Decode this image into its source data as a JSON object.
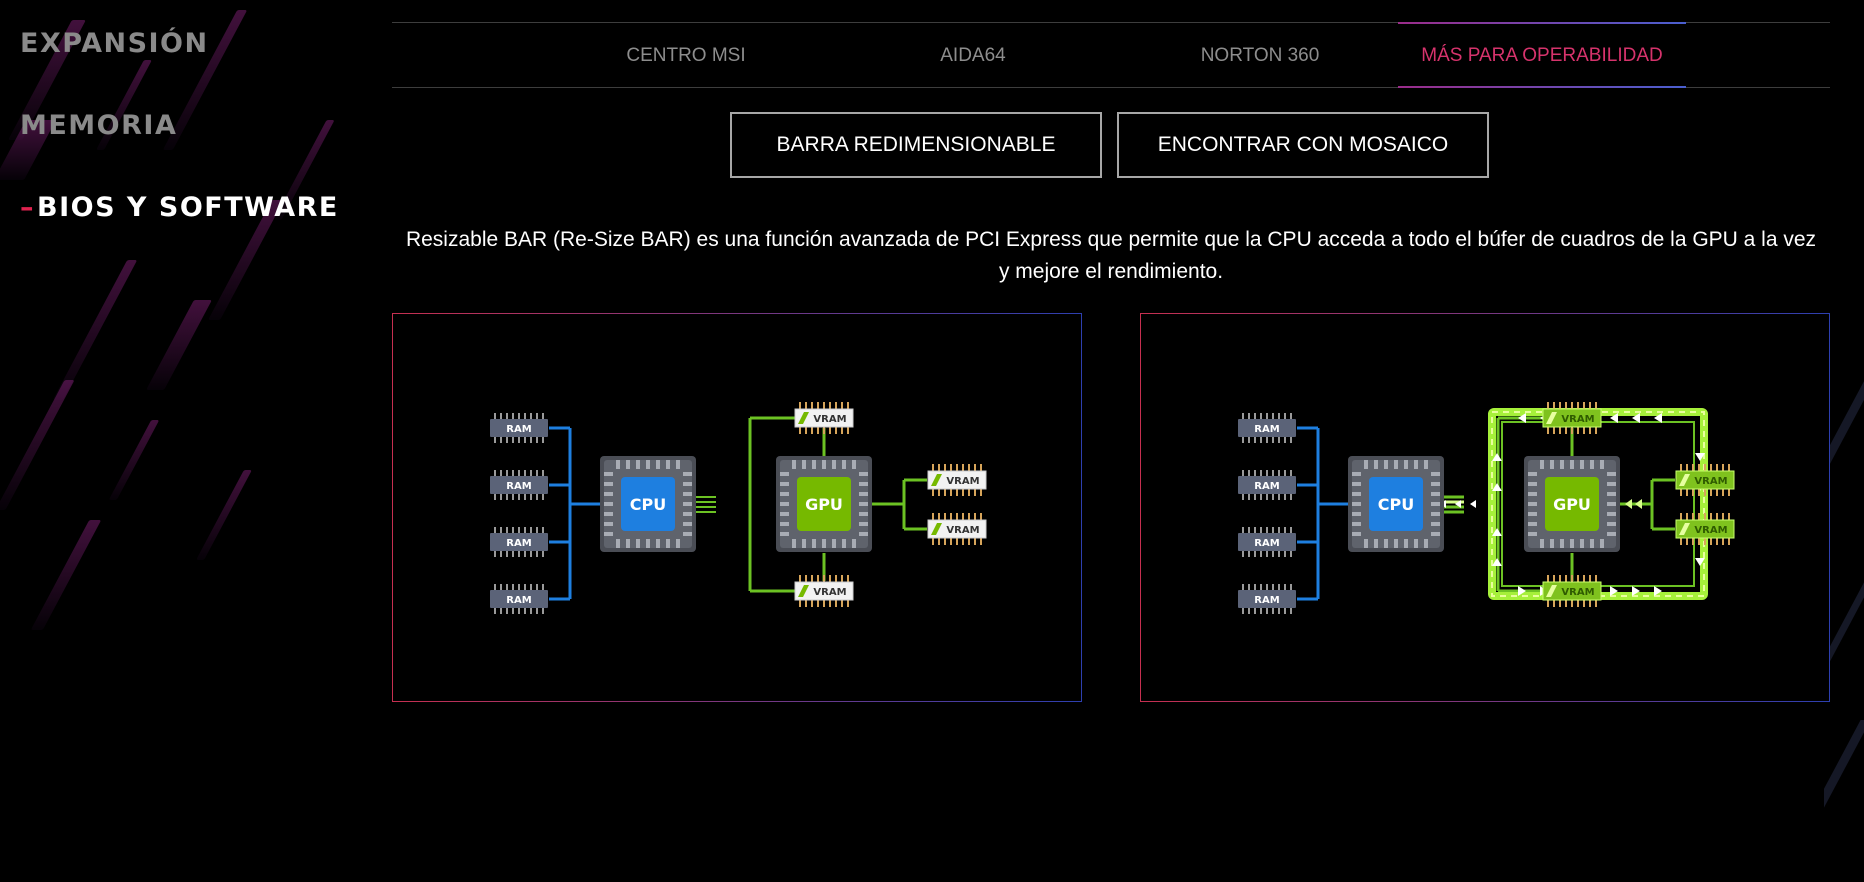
{
  "nav": {
    "items": [
      {
        "label": "EXPANSIÓN",
        "active": false
      },
      {
        "label": "MEMORIA",
        "active": false
      },
      {
        "label": "BIOS Y SOFTWARE",
        "active": true
      }
    ]
  },
  "tabs": [
    {
      "label": "CENTRO MSI",
      "active": false
    },
    {
      "label": "AIDA64",
      "active": false
    },
    {
      "label": "NORTON 360",
      "active": false
    },
    {
      "label": "MÁS PARA OPERABILIDAD",
      "active": true
    }
  ],
  "buttons": {
    "resizable_bar": "BARRA REDIMENSIONABLE",
    "find_mosaic": "ENCONTRAR CON MOSAICO"
  },
  "description": "Resizable BAR (Re-Size BAR) es una función avanzada de PCI Express que permite que la CPU acceda a todo el búfer de cuadros de la GPU a la vez y mejore el rendimiento.",
  "diagram": {
    "ram_label": "RAM",
    "vram_label": "VRAM",
    "cpu_label": "CPU",
    "gpu_label": "GPU"
  },
  "colors": {
    "accent_pink": "#d6336c",
    "nav_dash": "#e0224f",
    "cpu_blue": "#1e7fe0",
    "gpu_green": "#76b900",
    "bus_blue": "#1e7fe0",
    "bus_green": "#6cc223"
  }
}
